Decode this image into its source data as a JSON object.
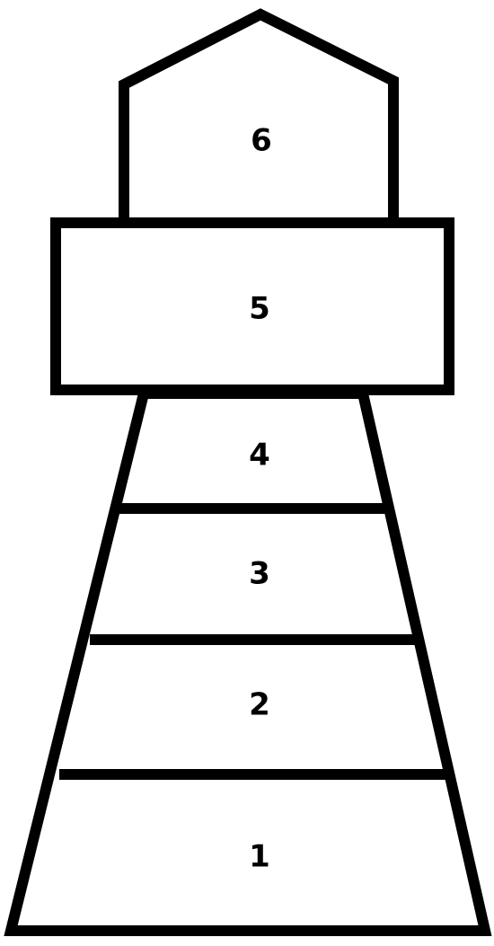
{
  "colors": {
    "stroke": "#000000",
    "fill": "#ffffff"
  },
  "sections": {
    "s1": {
      "label": "1"
    },
    "s2": {
      "label": "2"
    },
    "s3": {
      "label": "3"
    },
    "s4": {
      "label": "4"
    },
    "s5": {
      "label": "5"
    },
    "s6": {
      "label": "6"
    }
  }
}
